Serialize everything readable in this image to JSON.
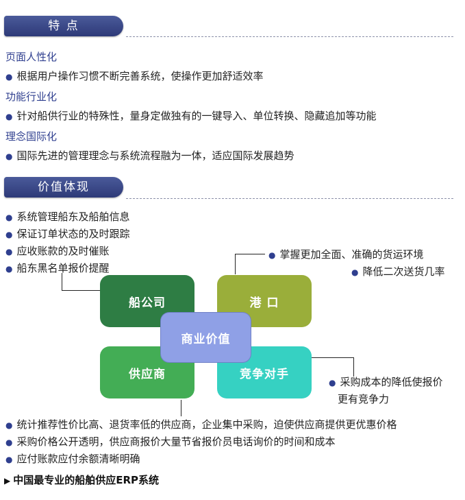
{
  "section1": {
    "title": "特  点",
    "features": [
      {
        "heading": "页面人性化",
        "text": "根据用户操作习惯不断完善系统，使操作更加舒适效率"
      },
      {
        "heading": "功能行业化",
        "text": "针对船供行业的特殊性，量身定做独有的一键导入、单位转换、隐藏追加等功能"
      },
      {
        "heading": "理念国际化",
        "text": "国际先进的管理理念与系统流程融为一体，适应国际发展趋势"
      }
    ]
  },
  "section2": {
    "title": "价值体现",
    "shipping_company_points": [
      "系统管理船东及船舶信息",
      "保证订单状态的及时跟踪",
      "应收账款的及时催账",
      "船东黑名单报价提醒"
    ],
    "port_points": [
      "掌握更加全面、准确的货运环境",
      "降低二次送货几率"
    ],
    "competitor_points": [
      "采购成本的降低使报价",
      "更有竞争力"
    ],
    "supplier_points": [
      "统计推荐性价比高、退货率低的供应商，企业集中采购，迫使供应商提供更优惠价格",
      "采购价格公开透明，供应商报价大量节省报价员电话询价的时间和成本",
      "应付账款应付余额清晰明确"
    ],
    "boxes": {
      "shipping_company": "船公司",
      "port": "港  口",
      "supplier": "供应商",
      "competitor": "竞争对手",
      "center": "商业价值"
    }
  },
  "footer": {
    "arrow_icon": "triangle-right-icon",
    "text": "中国最专业的船舶供应ERP系统"
  },
  "colors": {
    "pill": "#36437f",
    "shipping_company": "#2e7d44",
    "port": "#9aae3a",
    "supplier": "#43ad55",
    "competitor": "#36d1c2",
    "center": "#8fa0e6"
  }
}
